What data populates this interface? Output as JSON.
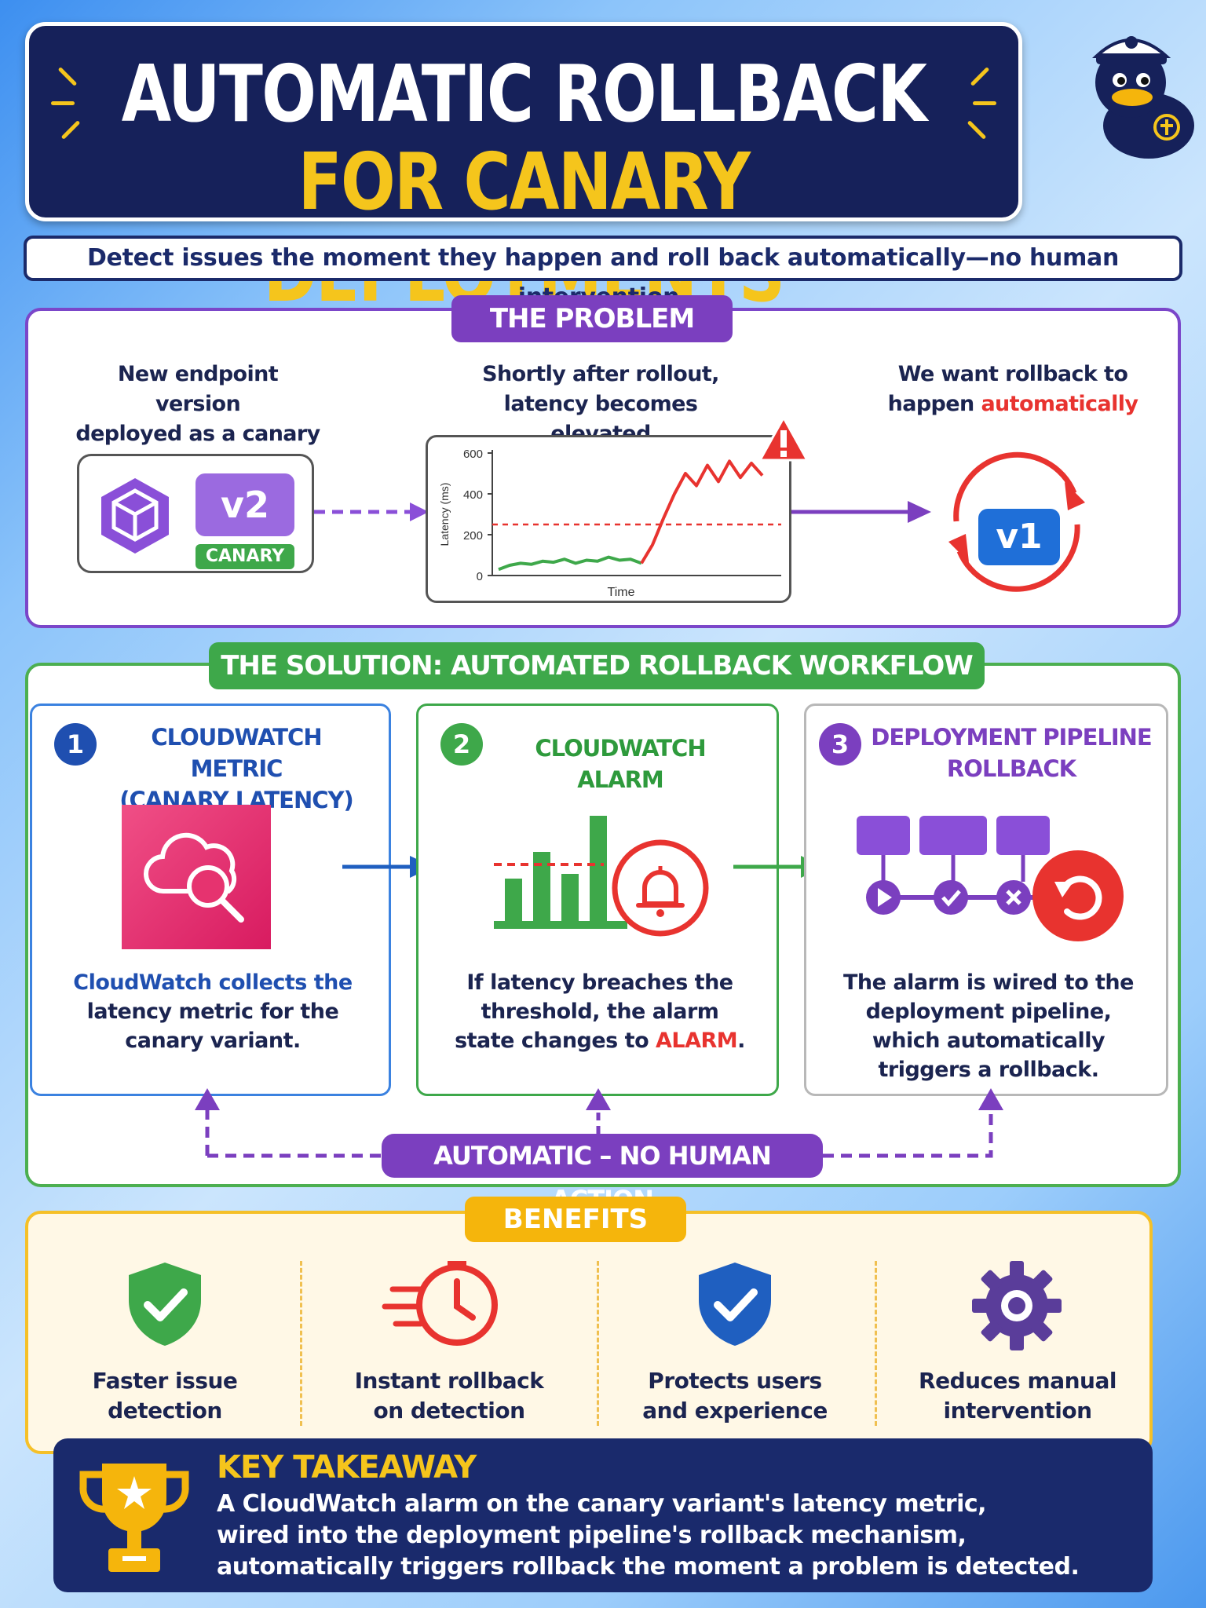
{
  "header": {
    "title_line1": "AUTOMATIC ROLLBACK",
    "title_line2": "FOR CANARY DEPLOYMENTS",
    "subtitle": "Detect issues the moment they happen and roll back automatically—no human intervention."
  },
  "problem": {
    "pill": "THE PROBLEM",
    "col1_text": [
      "New endpoint version",
      "deployed as a canary"
    ],
    "version_badge": "v2",
    "canary_badge": "CANARY",
    "col2_text": [
      "Shortly after rollout,",
      "latency becomes elevated"
    ],
    "col3_text_line1": "We want rollback to",
    "col3_text_line2_prefix": "happen ",
    "col3_text_line2_highlight": "automatically",
    "rollback_badge": "v1",
    "chart_data": {
      "type": "line",
      "xlabel": "Time",
      "ylabel": "Latency (ms)",
      "ylim": [
        0,
        600
      ],
      "yticks": [
        "600",
        "400",
        "200",
        "0"
      ],
      "threshold": 250,
      "series": [
        {
          "values": [
            30,
            50,
            60,
            55,
            70,
            65,
            80,
            60,
            75,
            70,
            90,
            75,
            80,
            60
          ]
        },
        {
          "values": [
            60,
            150,
            280,
            400,
            500,
            440,
            540,
            460,
            560,
            480,
            550,
            490
          ]
        }
      ]
    }
  },
  "solution": {
    "pill": "THE SOLUTION: AUTOMATED ROLLBACK WORKFLOW",
    "steps": [
      {
        "num": "1",
        "title_line1": "CLOUDWATCH METRIC",
        "title_line2": "(CANARY LATENCY)",
        "text": [
          "CloudWatch collects the",
          "latency metric for the",
          "canary variant."
        ]
      },
      {
        "num": "2",
        "title_line1": "CLOUDWATCH ALARM",
        "text_line1": "If latency breaches the",
        "text_line2": "threshold, the alarm",
        "text_line3_prefix": "state changes to ",
        "text_line3_highlight": "ALARM",
        "text_line3_suffix": "."
      },
      {
        "num": "3",
        "title_line1": "DEPLOYMENT PIPELINE",
        "title_line2": "ROLLBACK",
        "text": [
          "The alarm is wired to the",
          "deployment pipeline,",
          "which automatically",
          "triggers a rollback."
        ]
      }
    ],
    "auto_pill": "AUTOMATIC – NO HUMAN ACTION"
  },
  "benefits": {
    "pill": "BENEFITS",
    "items": [
      {
        "label": [
          "Faster issue",
          "detection"
        ],
        "icon": "green-shield-check-icon"
      },
      {
        "label": [
          "Instant rollback",
          "on detection"
        ],
        "icon": "fast-clock-icon"
      },
      {
        "label": [
          "Protects users",
          "and experience"
        ],
        "icon": "blue-shield-check-icon"
      },
      {
        "label": [
          "Reduces manual",
          "intervention"
        ],
        "icon": "gear-icon"
      }
    ]
  },
  "takeaway": {
    "title": "KEY TAKEAWAY",
    "lines": [
      "A CloudWatch alarm on the canary variant's latency metric,",
      "wired into the deployment pipeline's rollback mechanism,",
      "automatically triggers rollback the moment a problem is detected."
    ]
  },
  "colors": {
    "navy": "#16215a",
    "yellow": "#f5c51c",
    "purple": "#7b3fbf",
    "green": "#3ea84a",
    "red": "#e8332f",
    "blue": "#1f5fc0"
  }
}
